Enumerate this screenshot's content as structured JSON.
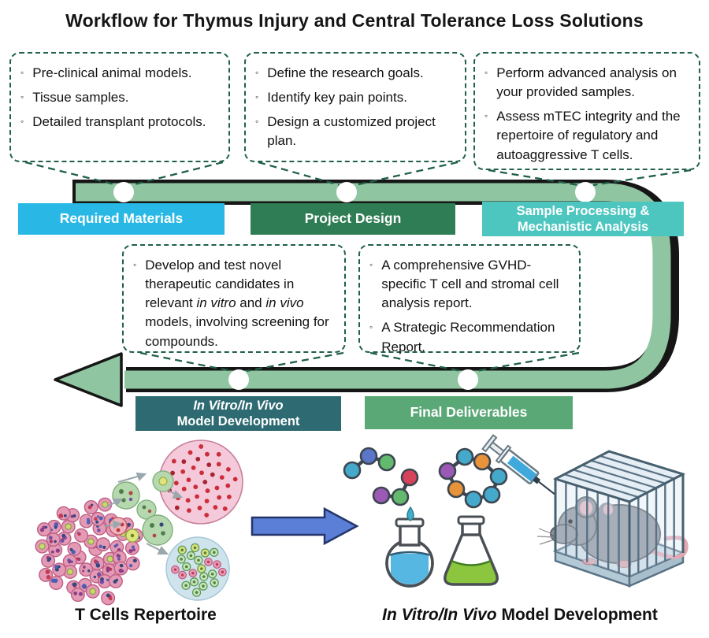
{
  "title": "Workflow for Thymus Injury and Central Tolerance Loss Solutions",
  "glyphs": {
    "bullet": "◦"
  },
  "stages": {
    "required_materials": {
      "label": "Required Materials",
      "color": "#29b8e5",
      "items": [
        "Pre-clinical animal models.",
        "Tissue samples.",
        "Detailed transplant protocols."
      ]
    },
    "project_design": {
      "label": "Project Design",
      "color": "#2e7d54",
      "items": [
        "Define the research goals.",
        "Identify key pain points.",
        "Design a customized project plan."
      ]
    },
    "sample_processing": {
      "label_line1": "Sample Processing &",
      "label_line2": "Mechanistic Analysis",
      "color": "#4ec6c0",
      "items": [
        "Perform advanced analysis on your provided samples.",
        "Assess mTEC integrity and the repertoire of regulatory and autoaggressive T cells."
      ]
    },
    "model_development": {
      "label_line1": "In Vitro/In Vivo",
      "label_line2": "Model Development",
      "color": "#2d6a72",
      "item_parts": [
        "Develop and test novel therapeutic candidates in relevant ",
        "in vitro",
        " and ",
        "in vivo",
        " models, involving screening for compounds."
      ]
    },
    "final_deliverables": {
      "label": "Final Deliverables",
      "color": "#5ba877",
      "items": [
        "A comprehensive GVHD-specific T cell and stromal cell analysis report.",
        "A Strategic Recommendation Report."
      ]
    }
  },
  "captions": {
    "t_cells": "T Cells Repertoire",
    "model_dev_italic": "In Vitro/In Vivo",
    "model_dev_rest": " Model Development"
  },
  "colors": {
    "arrow_band": "#8fc5a0",
    "arrow_outline": "#161616",
    "dashed_border": "#20604a",
    "node_circle": "#ffffff"
  }
}
